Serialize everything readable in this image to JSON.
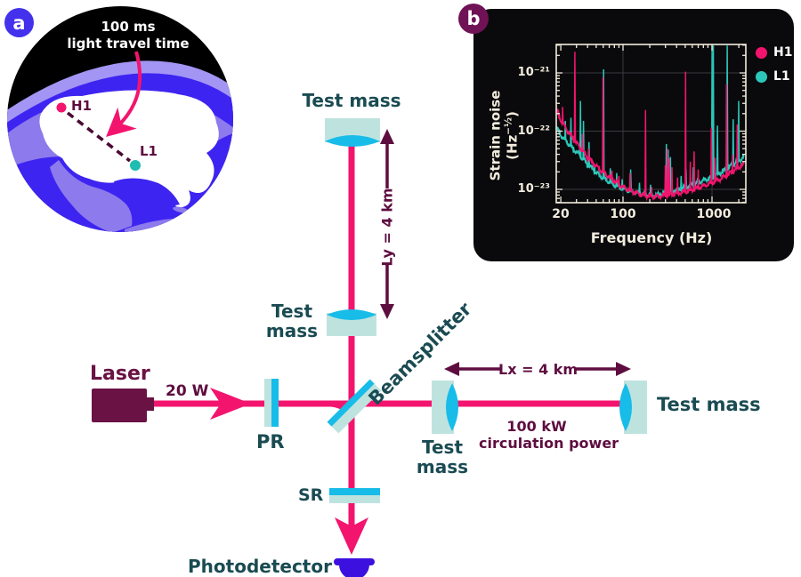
{
  "colors": {
    "beam_pink": "#f3146e",
    "dark_maroon": "#5e0d3f",
    "wine": "#6a1244",
    "dark_teal_text": "#1a4b52",
    "mirror_pale": "#bee3df",
    "mirror_cyan": "#17bce8",
    "photodetector_blue": "#3c11df",
    "globe_ocean": "#3e24f0",
    "globe_land": "#8d7aec",
    "globe_horizon_band": "#a295f4",
    "globe_us": "#ffffff",
    "badge_a_bg": "#4331ec",
    "badge_b_bg": "#701256",
    "panel_b_bg": "#0a0a0c",
    "chart_text": "#f2ecdd",
    "h1_pink": "#f3146e",
    "l1_teal": "#2cc7bb",
    "dashed_line": "#4a0a33"
  },
  "panel_a": {
    "badge": "a",
    "annotation_line1": "100 ms",
    "annotation_line2": "light travel time",
    "h1_label": "H1",
    "l1_label": "L1"
  },
  "panel_b": {
    "badge": "b"
  },
  "chart_data": {
    "type": "line",
    "title": "",
    "xlabel": "Frequency (Hz)",
    "ylabel": "Strain noise (Hz^-1/2)",
    "ylabel_parts": {
      "pre": "Strain noise (Hz",
      "sup": "−½",
      "post": ")"
    },
    "xscale": "log",
    "yscale": "log",
    "xlim": [
      17.8,
      2400
    ],
    "ylim": [
      5.9e-24,
      3.1e-21
    ],
    "x_ticks": [
      20,
      100,
      1000
    ],
    "x_tick_labels": [
      "20",
      "100",
      "1000"
    ],
    "y_ticks": [
      1e-21,
      1e-22,
      1e-23
    ],
    "y_tick_labels": [
      "10⁻²¹",
      "10⁻²²",
      "10⁻²³"
    ],
    "grid": true,
    "legend_position": "top-right-outside",
    "legend": [
      {
        "label": "H1",
        "color": "#f3146e"
      },
      {
        "label": "L1",
        "color": "#2cc7bb"
      }
    ],
    "series": [
      {
        "name": "L1",
        "color": "#2cc7bb",
        "baseline": [
          [
            18,
            1.15e-22
          ],
          [
            20,
            8.5e-23
          ],
          [
            24,
            6.2e-23
          ],
          [
            28,
            4.8e-23
          ],
          [
            33,
            3.8e-23
          ],
          [
            40,
            2.7e-23
          ],
          [
            50,
            1.95e-23
          ],
          [
            60,
            1.55e-23
          ],
          [
            80,
            1.18e-23
          ],
          [
            100,
            1.02e-23
          ],
          [
            130,
            9e-24
          ],
          [
            170,
            8.2e-24
          ],
          [
            220,
            7.8e-24
          ],
          [
            300,
            8.6e-24
          ],
          [
            400,
            9.6e-24
          ],
          [
            500,
            1.08e-23
          ],
          [
            700,
            1.3e-23
          ],
          [
            1000,
            1.6e-23
          ],
          [
            1400,
            2.1e-23
          ],
          [
            2000,
            3.1e-23
          ],
          [
            2300,
            3.5e-23
          ]
        ],
        "spikes": [
          [
            22.5,
            1.5e-22
          ],
          [
            26,
            1.7e-22
          ],
          [
            33.3,
            3.3e-22
          ],
          [
            36,
            1.5e-22
          ],
          [
            41.5,
            6.5e-23
          ],
          [
            48,
            2.6e-23
          ],
          [
            60.5,
            1.15e-21
          ],
          [
            72,
            2.3e-23
          ],
          [
            85,
            1.9e-23
          ],
          [
            98,
            1.5e-23
          ],
          [
            122,
            2.2e-23
          ],
          [
            153,
            1.3e-23
          ],
          [
            204,
            1.2e-23
          ],
          [
            307,
            6e-23
          ],
          [
            322,
            4.8e-23
          ],
          [
            341,
            3.6e-23
          ],
          [
            450,
            1.7e-23
          ],
          [
            512,
            2.2e-23
          ],
          [
            615,
            2.4e-23
          ],
          [
            1002,
            2.95e-21
          ],
          [
            1035,
            2.95e-21
          ],
          [
            1152,
            1.25e-22
          ],
          [
            1484,
            2.95e-21
          ],
          [
            1730,
            1.6e-22
          ],
          [
            1995,
            3.3e-22
          ]
        ]
      },
      {
        "name": "H1",
        "color": "#f3146e",
        "baseline": [
          [
            18,
            2.2e-22
          ],
          [
            20,
            1.5e-22
          ],
          [
            24,
            9.5e-23
          ],
          [
            28,
            7e-23
          ],
          [
            33,
            5e-23
          ],
          [
            40,
            3.4e-23
          ],
          [
            50,
            2.4e-23
          ],
          [
            60,
            1.9e-23
          ],
          [
            80,
            1.35e-23
          ],
          [
            100,
            1.05e-23
          ],
          [
            130,
            8.8e-24
          ],
          [
            170,
            7.6e-24
          ],
          [
            220,
            7.2e-24
          ],
          [
            300,
            7.6e-24
          ],
          [
            400,
            8.2e-24
          ],
          [
            500,
            8.8e-24
          ],
          [
            700,
            1.02e-23
          ],
          [
            1000,
            1.25e-23
          ],
          [
            1400,
            1.6e-23
          ],
          [
            2000,
            2.3e-23
          ],
          [
            2300,
            2.6e-23
          ]
        ],
        "spikes": [
          [
            21,
            2.6e-22
          ],
          [
            28.8,
            2.3e-21
          ],
          [
            35,
            9e-23
          ],
          [
            41,
            5e-23
          ],
          [
            46,
            2.9e-23
          ],
          [
            59.5,
            8.5e-22
          ],
          [
            75,
            2.1e-23
          ],
          [
            90,
            1.7e-23
          ],
          [
            120,
            1.9e-23
          ],
          [
            179,
            2.3e-22
          ],
          [
            210,
            1.1e-23
          ],
          [
            299,
            2.6e-23
          ],
          [
            315,
            5e-23
          ],
          [
            331,
            3.4e-23
          ],
          [
            355,
            2.4e-23
          ],
          [
            410,
            1.6e-23
          ],
          [
            505,
            1.05e-21
          ],
          [
            570,
            3e-23
          ],
          [
            630,
            4.5e-23
          ],
          [
            700,
            2.2e-23
          ],
          [
            985,
            1.15e-22
          ],
          [
            1083,
            3.5e-23
          ],
          [
            1455,
            6.5e-22
          ],
          [
            1700,
            4e-23
          ],
          [
            1923,
            1.3e-22
          ]
        ]
      }
    ]
  },
  "diagram": {
    "labels": {
      "laser": "Laser",
      "input_power": "20 W",
      "pr": "PR",
      "sr": "SR",
      "beamsplitter": "Beamsplitter",
      "test_mass": "Test mass",
      "ly": "Ly = 4 km",
      "lx": "Lx = 4 km",
      "circulating_power_line1": "100 kW",
      "circulating_power_line2": "circulation power",
      "photodetector": "Photodetector"
    }
  }
}
